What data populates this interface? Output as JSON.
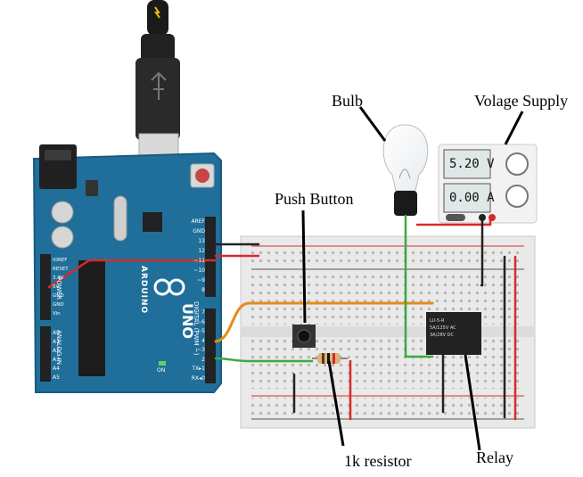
{
  "labels": {
    "bulb": "Bulb",
    "voltage_supply": "Volage Supply",
    "push_button": "Push Button",
    "resistor": "1k resistor",
    "relay": "Relay"
  },
  "power_supply": {
    "voltage_display": "5.20 V",
    "current_display": "0.00 A"
  },
  "arduino": {
    "brand": "ARDUINO",
    "model": "UNO",
    "digital_header": "DIGITAL (PWM ~)",
    "power_header": "POWER",
    "analog_header": "ANALOG IN",
    "top_pins": [
      "AREF",
      "GND",
      "13",
      "12",
      "~11",
      "~10",
      "~9",
      "8"
    ],
    "mid_pins": [
      "7",
      "~6",
      "~5",
      "4",
      "~3",
      "2",
      "TX▸1",
      "RX◂0"
    ],
    "power_pins": [
      "IOREF",
      "RESET",
      "3.3V",
      "5V",
      "GND",
      "GND",
      "Vin"
    ],
    "analog_pins": [
      "A0",
      "A1",
      "A2",
      "A3",
      "A4",
      "A5"
    ],
    "on_label": "ON"
  },
  "relay": {
    "model": "LU-5-R",
    "rating1": "5A/125V AC",
    "rating2": "3A/28V DC"
  },
  "colors": {
    "arduino_board": "#1f6f9a",
    "breadboard": "#e9e9e9",
    "wire_red": "#d82a2a",
    "wire_black": "#222222",
    "wire_green": "#3caa3c",
    "wire_orange": "#e68a1a",
    "supply_display": "#dfe7e7"
  }
}
